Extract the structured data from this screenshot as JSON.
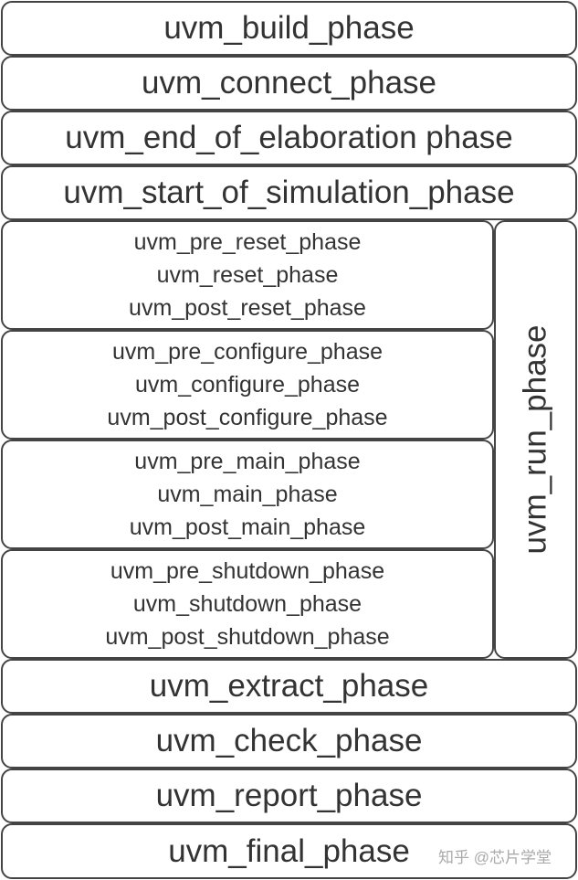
{
  "top_phases": [
    "uvm_build_phase",
    "uvm_connect_phase",
    "uvm_end_of_elaboration phase",
    "uvm_start_of_simulation_phase"
  ],
  "run_phase_label": "uvm_run_phase",
  "run_groups": [
    [
      "uvm_pre_reset_phase",
      "uvm_reset_phase",
      "uvm_post_reset_phase"
    ],
    [
      "uvm_pre_configure_phase",
      "uvm_configure_phase",
      "uvm_post_configure_phase"
    ],
    [
      "uvm_pre_main_phase",
      "uvm_main_phase",
      "uvm_post_main_phase"
    ],
    [
      "uvm_pre_shutdown_phase",
      "uvm_shutdown_phase",
      "uvm_post_shutdown_phase"
    ]
  ],
  "bottom_phases": [
    "uvm_extract_phase",
    "uvm_check_phase",
    "uvm_report_phase",
    "uvm_final_phase"
  ],
  "watermark": "知乎 @芯片学堂",
  "colors": {
    "border": "#444444",
    "text": "#333333",
    "background": "#ffffff"
  }
}
